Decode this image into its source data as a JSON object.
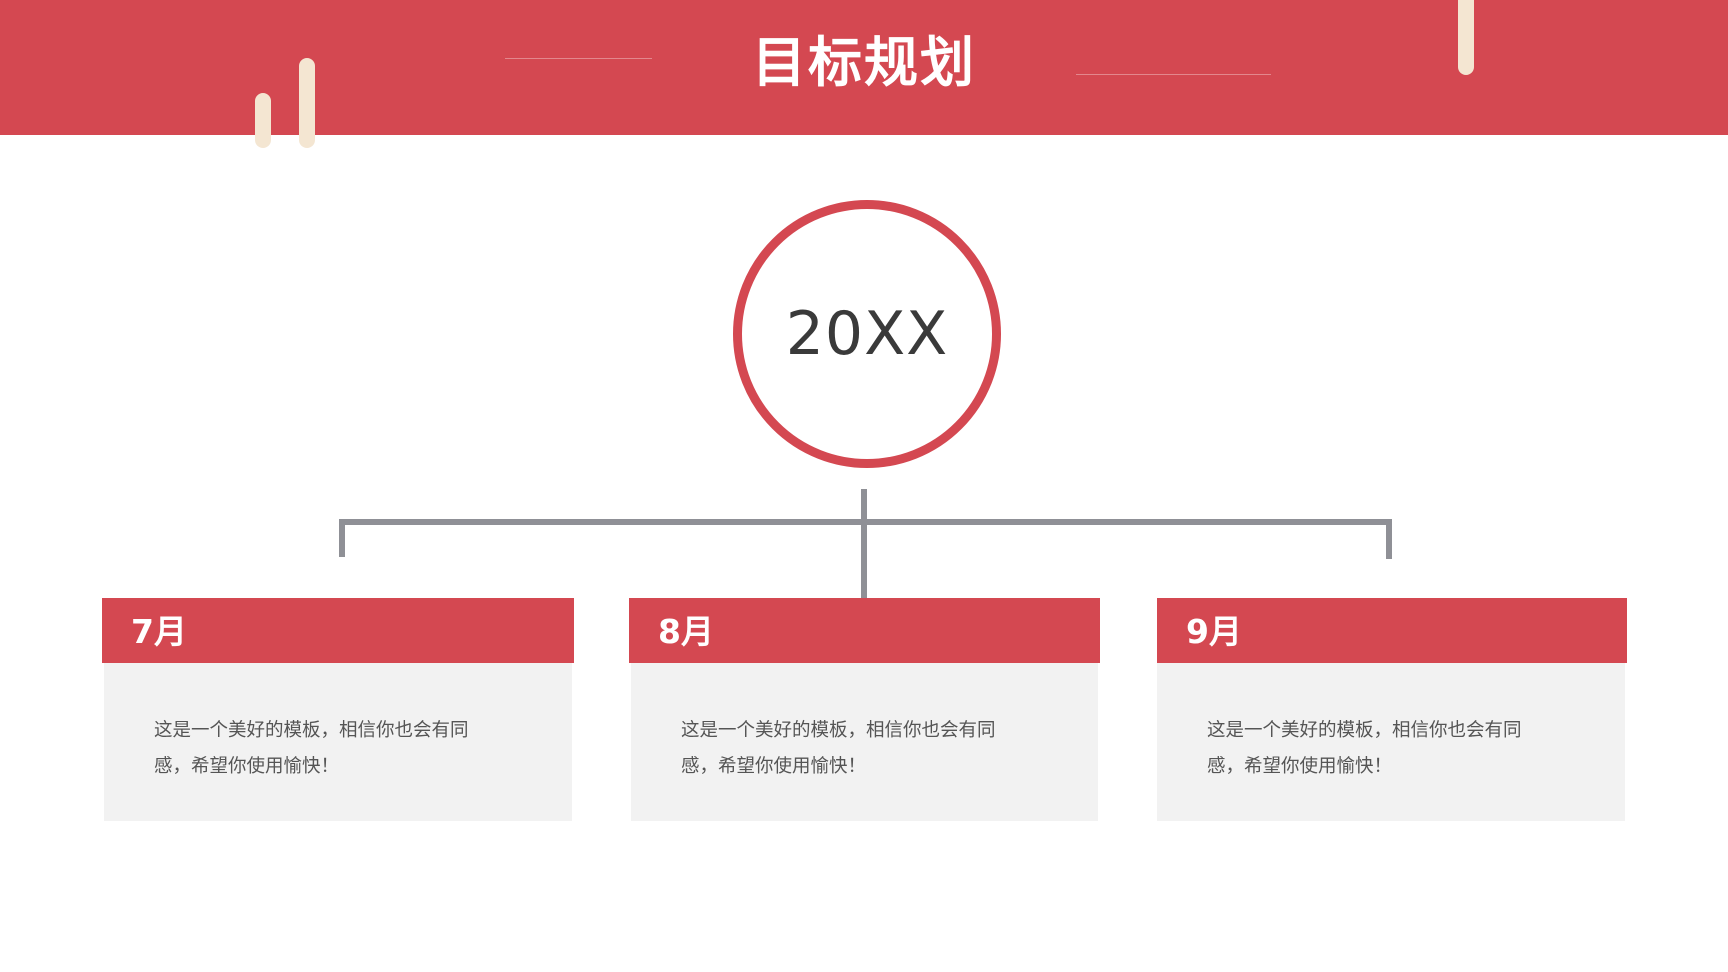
{
  "header": {
    "title": "目标规划"
  },
  "center": {
    "year": "20XX"
  },
  "cards": [
    {
      "month": "7月",
      "text": "这是一个美好的模板，相信你也会有同感，希望你使用愉快！"
    },
    {
      "month": "8月",
      "text": "这是一个美好的模板，相信你也会有同感，希望你使用愉快！"
    },
    {
      "month": "9月",
      "text": "这是一个美好的模板，相信你也会有同感，希望你使用愉快！"
    }
  ],
  "colors": {
    "accent": "#d44851",
    "card_body": "#f2f2f2",
    "connector": "#8f9096",
    "stick": "#f4e6d2"
  }
}
